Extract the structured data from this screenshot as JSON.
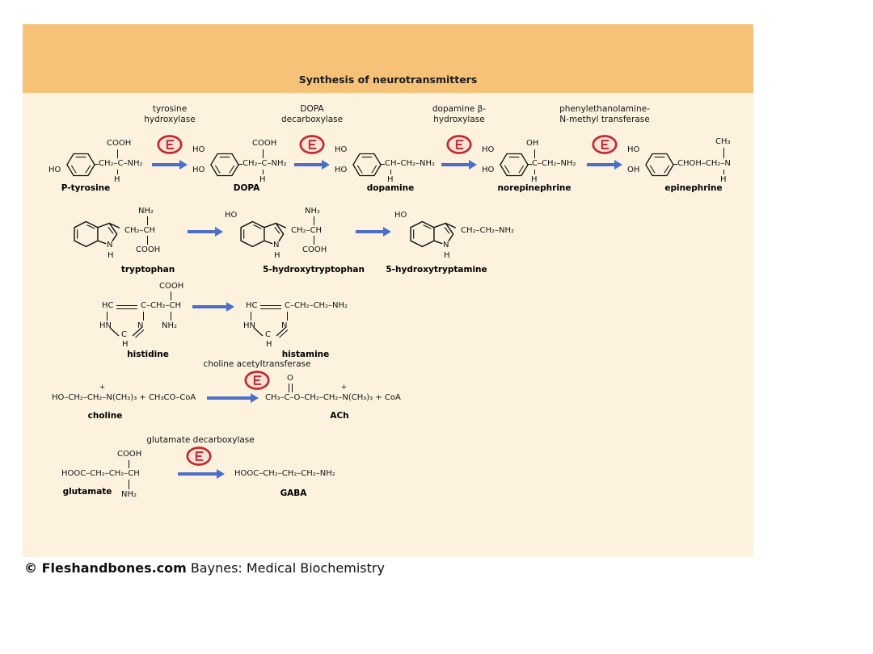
{
  "title": "Synthesis of neurotransmitters",
  "credit": {
    "bold": "© Fleshandbones.com",
    "rest": "Baynes: Medical Biochemistry"
  },
  "colors": {
    "header_bg": "#f5c278",
    "panel_bg": "#fcf2de",
    "arrow_blue": "#4c6ec6",
    "enzyme_red": "#c2292f"
  },
  "catecholamine_pathway": {
    "enzymes": [
      "tyrosine\nhydroxylase",
      "DOPA\ndecarboxylase",
      "dopamine β-\nhydroxylase",
      "phenylethanolamine-\nN-methyl transferase"
    ],
    "compounds": {
      "tyrosine": {
        "name": "P-tyrosine",
        "ho": "HO",
        "chain": "CH₂–C–NH₂",
        "above": "COOH",
        "below": "H"
      },
      "dopa": {
        "name": "DOPA",
        "ho1": "HO",
        "ho2": "HO",
        "chain": "CH₂–C–NH₂",
        "above": "COOH",
        "below": "H"
      },
      "dopamine": {
        "name": "dopamine",
        "ho1": "HO",
        "ho2": "HO",
        "chain": "CH–CH₂–NH₂",
        "below": "H"
      },
      "norepinephrine": {
        "name": "norepinephrine",
        "ho1": "HO",
        "ho2": "HO",
        "above": "OH",
        "chain": "C–CH₂–NH₂",
        "below": "H"
      },
      "epinephrine": {
        "name": "epinephrine",
        "ho1": "HO",
        "ho2": "OH",
        "above": "CH₃",
        "chain": "CHOH–CH₂–N",
        "below": "H"
      }
    }
  },
  "serotonin_pathway": {
    "compounds": {
      "tryptophan": {
        "name": "tryptophan",
        "chain": "CH₂–CH",
        "above": "NH₂",
        "below": "COOH",
        "n": "N",
        "nh": "H"
      },
      "hydroxytryptophan": {
        "name": "5-hydroxytryptophan",
        "ho": "HO",
        "chain": "CH₂–CH",
        "above": "NH₂",
        "below": "COOH",
        "n": "N",
        "nh": "H"
      },
      "hydroxytryptamine": {
        "name": "5-hydroxytryptamine",
        "ho": "HO",
        "chain": "CH₂–CH₂–NH₂",
        "n": "N",
        "nh": "H"
      }
    }
  },
  "histamine_pathway": {
    "compounds": {
      "histidine": {
        "name": "histidine",
        "hc": "HC",
        "chain": "C–CH₂–CH",
        "above": "COOH",
        "below": "NH₂",
        "hn": "HN",
        "c2": "C",
        "c2h": "H",
        "n3": "N"
      },
      "histamine": {
        "name": "histamine",
        "hc": "HC",
        "chain": "C–CH₂–CH₂–NH₂",
        "hn": "HN",
        "c2": "C",
        "c2h": "H",
        "n3": "N"
      }
    }
  },
  "acetylcholine_pathway": {
    "enzyme": "choline acetyltransferase",
    "substrate": {
      "name": "choline",
      "formula": "HO–CH₂–CH₂–N(CH₃)₃ + CH₃CO–CoA",
      "charge": "+"
    },
    "product": {
      "name": "ACh",
      "formula": "CH₃–C–O–CH₂–CH₂–N(CH₃)₃ + CoA",
      "carbonyl": "O",
      "charge": "+"
    }
  },
  "gaba_pathway": {
    "enzyme": "glutamate decarboxylase",
    "substrate": {
      "name": "glutamate",
      "formula": "HOOC–CH₂–CH₂–CH",
      "above": "COOH",
      "below": "NH₂"
    },
    "product": {
      "name": "GABA",
      "formula": "HOOC–CH₂–CH₂–CH₂–NH₂"
    }
  }
}
